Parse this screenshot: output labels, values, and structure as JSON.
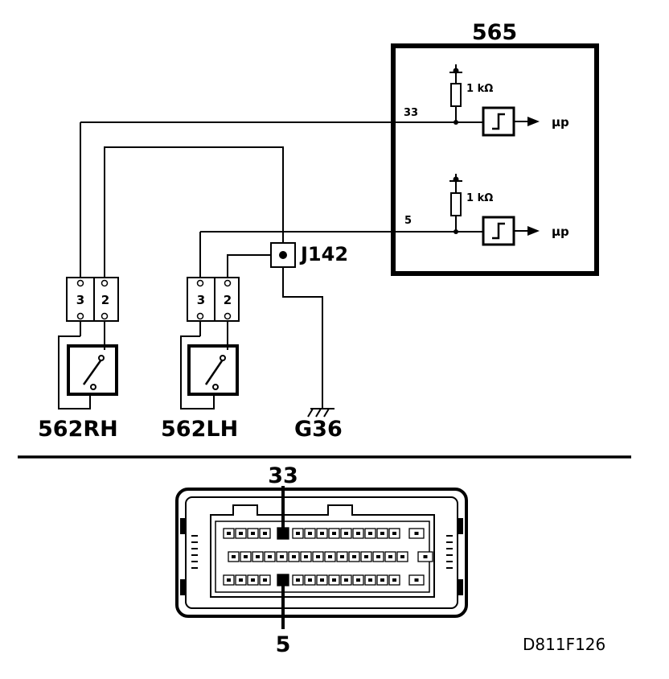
{
  "diagram": {
    "module_label": "565",
    "pin_upper_label": "33",
    "pin_lower_label": "5",
    "resistor_upper_label": "1 kΩ",
    "resistor_lower_label": "1 kΩ",
    "output_upper_label": "μp",
    "output_lower_label": "μp",
    "junction_label": "J142",
    "connector_rh_pin3": "3",
    "connector_rh_pin2": "2",
    "connector_lh_pin3": "3",
    "connector_lh_pin2": "2",
    "switch_rh_label": "562RH",
    "switch_lh_label": "562LH",
    "ground_label": "G36",
    "connector_top_pin_label": "33",
    "connector_bottom_pin_label": "5",
    "figure_id": "D811F126"
  }
}
